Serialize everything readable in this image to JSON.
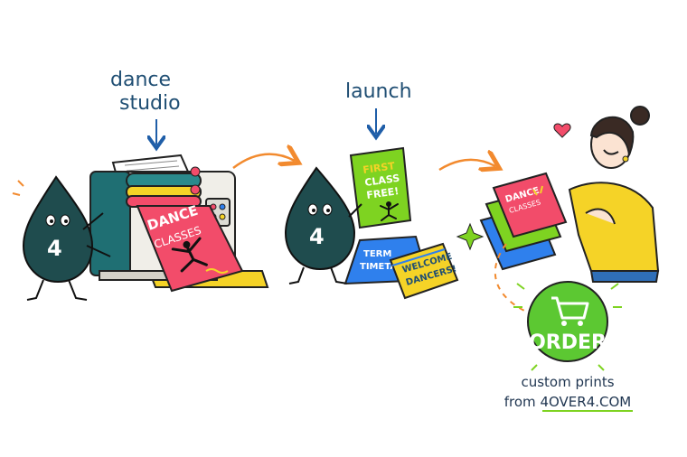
{
  "labels": {
    "dance": "dance",
    "studio": "studio",
    "launch": "launch"
  },
  "mascot": {
    "digit": "4"
  },
  "poster": {
    "line1": "DANCE",
    "line2": "CLASSES"
  },
  "flyer": {
    "line1": "FIRST",
    "line2": "CLASS",
    "line3": "FREE!"
  },
  "tent": {
    "line1": "TERM",
    "line2": "TIMETABLE"
  },
  "card": {
    "line1": "WELCOME",
    "line2": "DANCERS!"
  },
  "cta": {
    "button": "ORDER",
    "line1": "custom prints",
    "line2": "from 4OVER4.COM",
    "icon": "cart-icon"
  },
  "colors": {
    "mascot": "#1f4c4e",
    "poster": "#f24c6a",
    "flyer": "#7ed321",
    "tent": "#2f80ed",
    "card": "#f5d327",
    "order": "#5cc832",
    "arrow": "#f28a2e",
    "label": "#1f4e73"
  }
}
